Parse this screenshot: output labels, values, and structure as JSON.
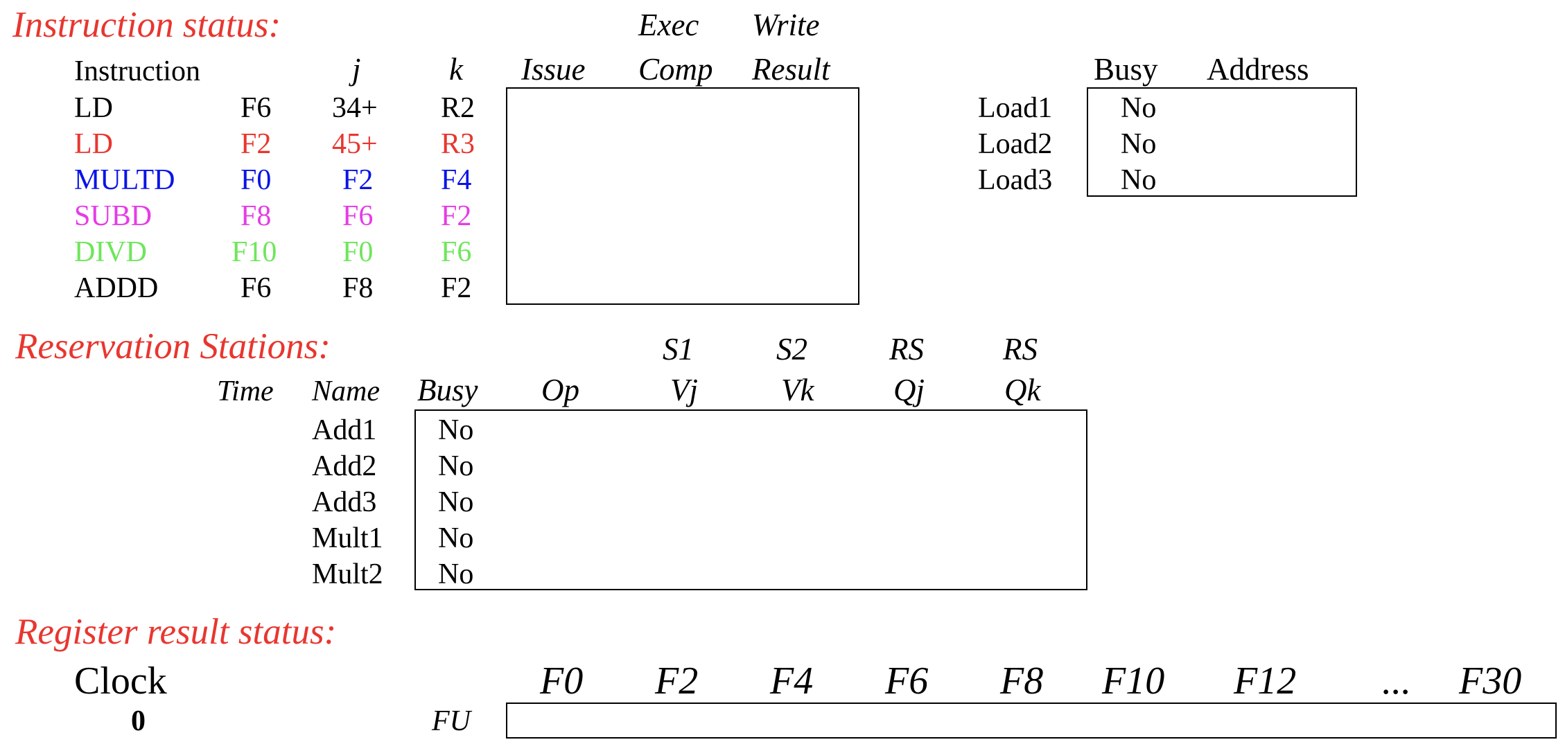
{
  "sections": {
    "instruction_status": "Instruction status:",
    "reservation_stations": "Reservation Stations:",
    "register_result_status": "Register result status:"
  },
  "colors": {
    "section_title": "#e8362f",
    "black": "#000000",
    "red": "#e8362f",
    "blue": "#0a14e6",
    "magenta": "#e63ce6",
    "green": "#6ee65a"
  },
  "instr_table": {
    "headers": {
      "instruction": "Instruction",
      "j": "j",
      "k": "k",
      "issue": "Issue",
      "exec_top": "Exec",
      "exec_bottom": "Comp",
      "write_top": "Write",
      "write_bottom": "Result"
    },
    "rows": [
      {
        "op": "LD",
        "dest": "F6",
        "j": "34+",
        "k": "R2",
        "color": "#000000"
      },
      {
        "op": "LD",
        "dest": "F2",
        "j": "45+",
        "k": "R3",
        "color": "#e8362f"
      },
      {
        "op": "MULTD",
        "dest": "F0",
        "j": "F2",
        "k": "F4",
        "color": "#0a14e6"
      },
      {
        "op": "SUBD",
        "dest": "F8",
        "j": "F6",
        "k": "F2",
        "color": "#e63ce6"
      },
      {
        "op": "DIVD",
        "dest": "F10",
        "j": "F0",
        "k": "F6",
        "color": "#6ee65a"
      },
      {
        "op": "ADDD",
        "dest": "F6",
        "j": "F8",
        "k": "F2",
        "color": "#000000"
      }
    ]
  },
  "load_buffers": {
    "headers": {
      "busy": "Busy",
      "address": "Address"
    },
    "rows": [
      {
        "name": "Load1",
        "busy": "No"
      },
      {
        "name": "Load2",
        "busy": "No"
      },
      {
        "name": "Load3",
        "busy": "No"
      }
    ]
  },
  "rs_table": {
    "headers_top": {
      "s1": "S1",
      "s2": "S2",
      "rs1": "RS",
      "rs2": "RS"
    },
    "headers": {
      "time": "Time",
      "name": "Name",
      "busy": "Busy",
      "op": "Op",
      "vj": "Vj",
      "vk": "Vk",
      "qj": "Qj",
      "qk": "Qk"
    },
    "rows": [
      {
        "name": "Add1",
        "busy": "No"
      },
      {
        "name": "Add2",
        "busy": "No"
      },
      {
        "name": "Add3",
        "busy": "No"
      },
      {
        "name": "Mult1",
        "busy": "No"
      },
      {
        "name": "Mult2",
        "busy": "No"
      }
    ]
  },
  "register_status": {
    "clock_label": "Clock",
    "clock_value": "0",
    "fu_label": "FU",
    "registers": [
      "F0",
      "F2",
      "F4",
      "F6",
      "F8",
      "F10",
      "F12",
      "...",
      "F30"
    ]
  }
}
